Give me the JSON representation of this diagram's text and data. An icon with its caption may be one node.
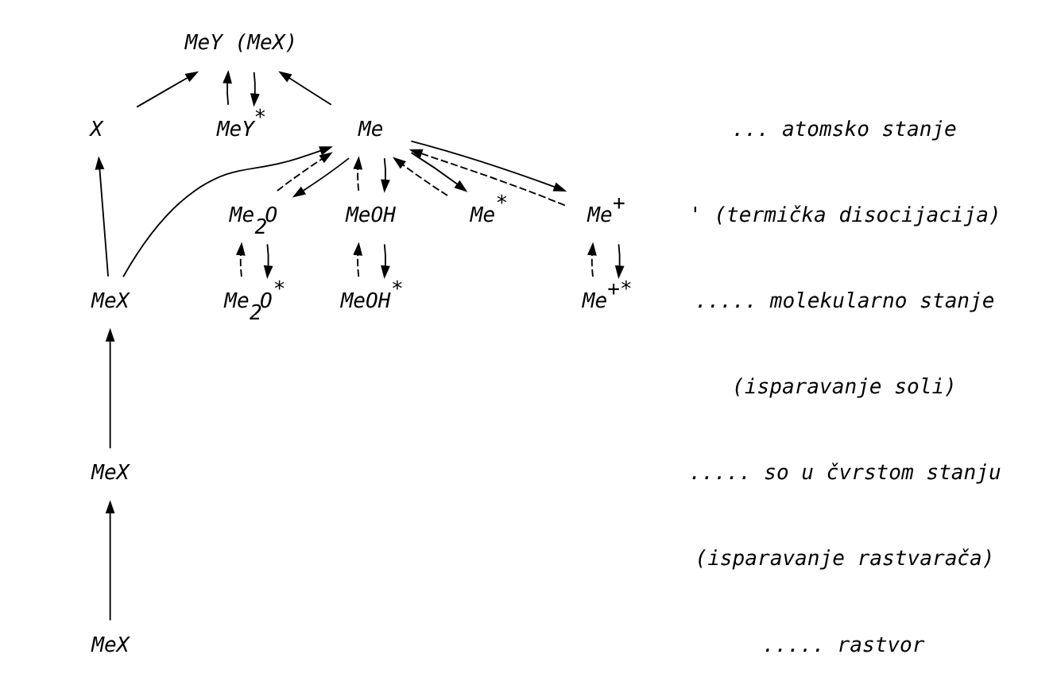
{
  "diagram": {
    "nodes": [
      {
        "text": [
          "Me$^{+*}$"
        ]
      },
      {
        "text": [
          "Me$_{2}$O$^{*}$"
        ]
      },
      {
        "text": [
          "MeOH$^{*}$"
        ]
      },
      {
        "text": [
          "MeY$^{*}$"
        ]
      },
      {
        "text": [
          "Me$^{+}$"
        ]
      },
      {
        "text": [
          "Me$_{2}$O"
        ]
      },
      {
        "text": [
          "MeOH"
        ]
      },
      {
        "text": [
          "MeY (MeX)"
        ]
      },
      {
        "text": [
          "Me$^{*}$"
        ]
      },
      {
        "text": [
          "Me"
        ]
      },
      {
        "text": [
          "X"
        ]
      },
      {
        "text": [
          "MeX"
        ]
      },
      {
        "text": [
          "MeX"
        ]
      },
      {
        "text": [
          "MeX"
        ]
      }
    ],
    "edges": [
      {
        "from": 9,
        "to": 8,
        "arrow": "to"
      },
      {
        "from": 8,
        "to": 9,
        "arrow": "to",
        "style": "dashed"
      },
      {
        "from": 9,
        "to": 4,
        "arrow": "to"
      },
      {
        "from": 4,
        "to": 9,
        "arrow": "to",
        "style": "dashed"
      },
      {
        "from": 4,
        "to": 0,
        "arrow": "to"
      },
      {
        "from": 0,
        "to": 4,
        "arrow": "to",
        "style": "dashed"
      },
      {
        "from": 9,
        "to": 5,
        "arrow": "to"
      },
      {
        "from": 5,
        "to": 9,
        "arrow": "to",
        "style": "dashed"
      },
      {
        "from": 5,
        "to": 1,
        "arrow": "to"
      },
      {
        "from": 1,
        "to": 5,
        "arrow": "to",
        "style": "dashed"
      },
      {
        "from": 9,
        "to": 6,
        "arrow": "to"
      },
      {
        "from": 6,
        "to": 9,
        "arrow": "to",
        "style": "dashed"
      },
      {
        "from": 6,
        "to": 2,
        "arrow": "to"
      },
      {
        "from": 2,
        "to": 6,
        "arrow": "to",
        "style": "dashed"
      },
      {
        "from": 9,
        "to": 7,
        "arrow": "to"
      },
      {
        "from": 10,
        "to": 7,
        "arrow": "to"
      },
      {
        "from": 7,
        "to": 3,
        "arrow": "to"
      },
      {
        "from": 3,
        "to": 7,
        "arrow": "to"
      },
      {
        "from": 11,
        "to": 9,
        "arrow": "to"
      },
      {
        "from": 11,
        "to": 10,
        "arrow": "to"
      },
      {
        "from": 12,
        "to": 11,
        "arrow": "to"
      },
      {
        "from": 13,
        "to": 12,
        "arrow": "to"
      }
    ],
    "labels": [
      "... atomsko stanje",
      "' (termička disocijacija)",
      "..... molekularno stanje",
      "(isparavanje soli)",
      "..... so u čvrstom stanju",
      "(isparavanje rastvarača)",
      "..... rastvor"
    ]
  }
}
